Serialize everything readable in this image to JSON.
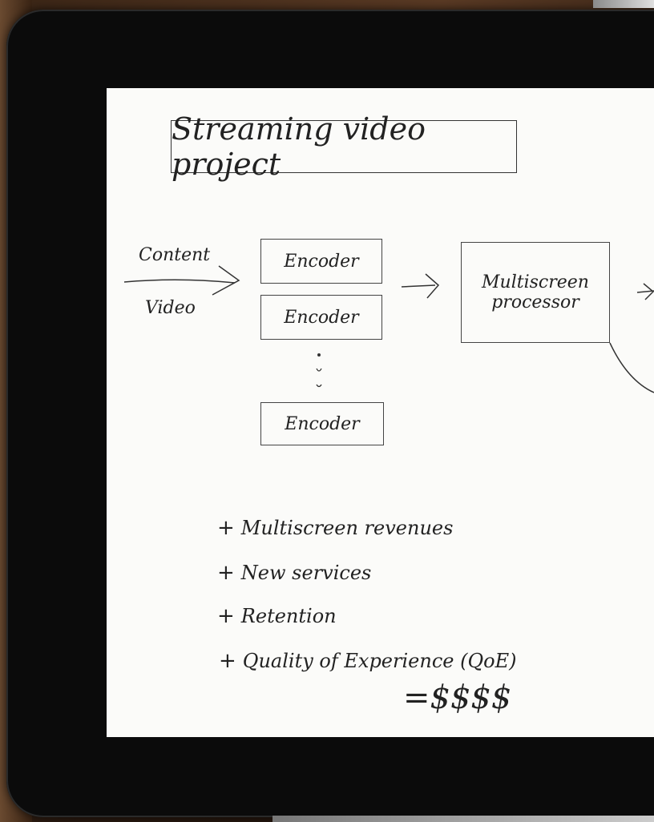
{
  "whiteboard": {
    "title": "Streaming video project",
    "input_labels": {
      "top": "Content",
      "bottom": "Video"
    },
    "encoders": [
      "Encoder",
      "Encoder",
      "Encoder"
    ],
    "processor": {
      "line1": "Multiscreen",
      "line2": "processor"
    },
    "benefits": [
      "Multiscreen revenues",
      "New services",
      "Retention",
      "Quality of Experience (QoE)"
    ],
    "plus_sign": "+",
    "total": "=$$$$"
  }
}
